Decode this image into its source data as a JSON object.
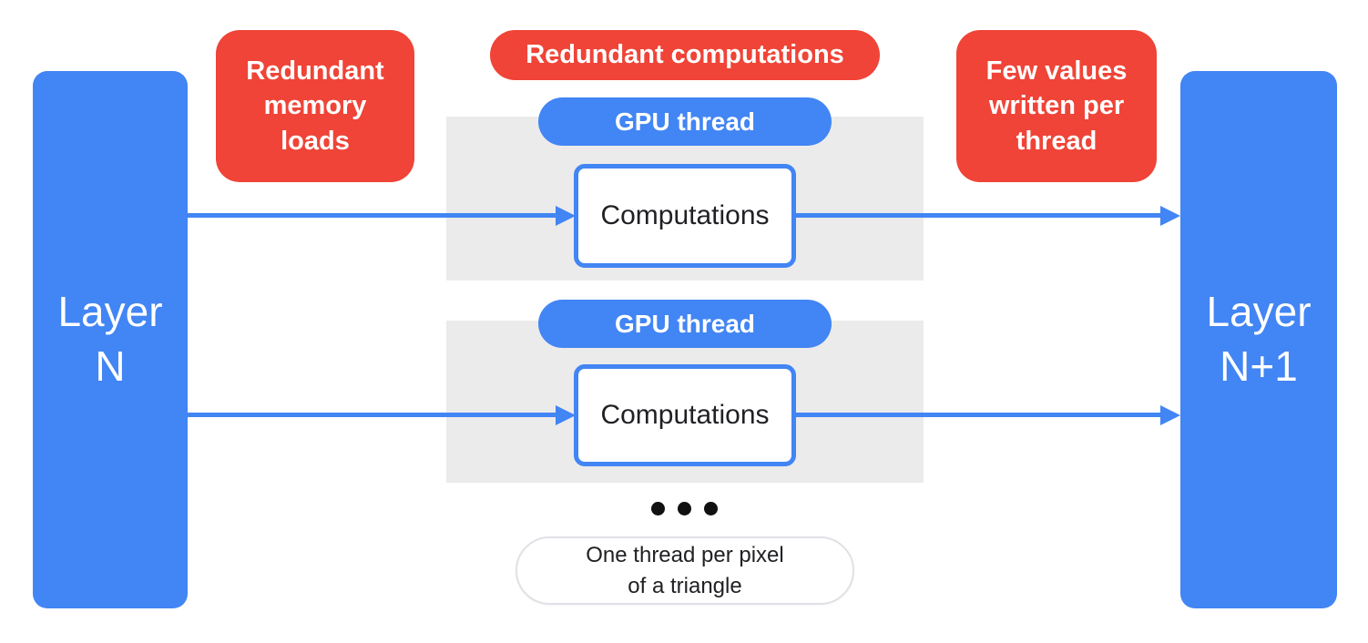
{
  "colors": {
    "blue": "#4285F4",
    "red": "#EF4437",
    "gray": "#EBEBEB"
  },
  "layers": {
    "left": {
      "label": "Layer\nN"
    },
    "right": {
      "label": "Layer\nN+1"
    }
  },
  "badges": {
    "memory_loads": {
      "label": "Redundant\nmemory\nloads"
    },
    "computations": {
      "label": "Redundant computations"
    },
    "few_values": {
      "label": "Few values\nwritten per\nthread"
    }
  },
  "threads": [
    {
      "pill_label": "GPU thread",
      "box_label": "Computations"
    },
    {
      "pill_label": "GPU thread",
      "box_label": "Computations"
    }
  ],
  "note": {
    "label": "One thread per pixel\nof a triangle"
  }
}
